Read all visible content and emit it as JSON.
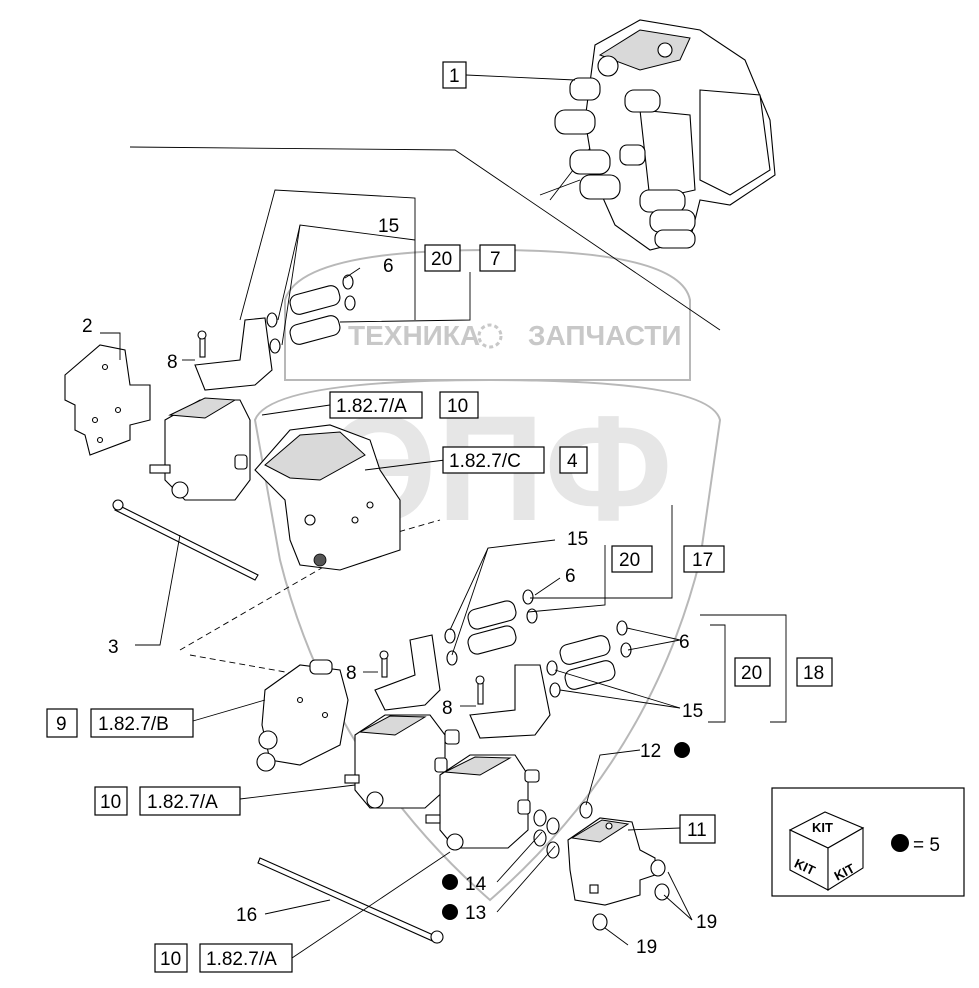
{
  "watermark": {
    "left_text": "ТЕХНИКА",
    "right_text": "ЗАПЧАСТИ",
    "big_letters": "ЭПФ"
  },
  "callouts": {
    "c1": "1",
    "c2": "2",
    "c3": "3",
    "c6a": "6",
    "c6b": "6",
    "c6c": "6",
    "c7": "7",
    "c8a": "8",
    "c8b": "8",
    "c8c": "8",
    "c9": "9",
    "c10a": "10",
    "c10b": "10",
    "c10c": "10",
    "c11": "11",
    "c12": "12",
    "c13": "13",
    "c14": "14",
    "c15a": "15",
    "c15b": "15",
    "c15c": "15",
    "c16": "16",
    "c17": "17",
    "c18": "18",
    "c19a": "19",
    "c19b": "19",
    "c20a": "20",
    "c20b": "20",
    "c20c": "20",
    "c4": "4",
    "ref_a1": "1.82.7/A",
    "ref_a2": "1.82.7/A",
    "ref_a3": "1.82.7/A",
    "ref_b": "1.82.7/B",
    "ref_c": "1.82.7/C"
  },
  "kit_legend": {
    "kit_top": "KIT",
    "kit_left": "KIT",
    "kit_right": "KIT",
    "equals": "= 5"
  }
}
